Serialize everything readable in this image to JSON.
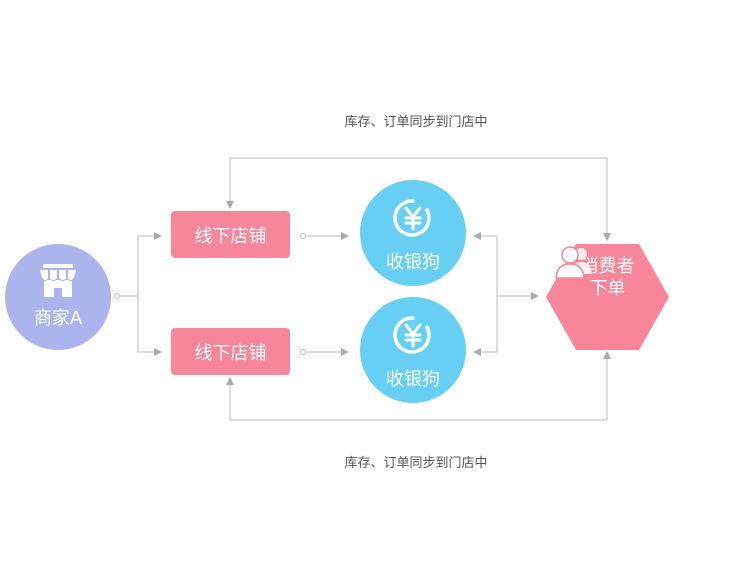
{
  "labels": {
    "top_sync": "库存、订单同步到门店中",
    "bottom_sync": "库存、订单同步到门店中"
  },
  "nodes": {
    "merchant": {
      "label": "商家A",
      "icon": "storefront-icon",
      "color": "#abb4ec"
    },
    "store_top": {
      "label": "线下店铺",
      "color": "#f7869a"
    },
    "store_bottom": {
      "label": "线下店铺",
      "color": "#f7869a"
    },
    "cashier_top": {
      "label": "收银狗",
      "icon": "yen-coin-icon",
      "color": "#66cff3"
    },
    "cashier_bottom": {
      "label": "收银狗",
      "icon": "yen-coin-icon",
      "color": "#66cff3"
    },
    "consumer": {
      "line1": "消费者",
      "line2": "下单",
      "icon": "users-icon",
      "color": "#f7869a"
    }
  },
  "edges": [
    {
      "from": "merchant",
      "to": "store_top"
    },
    {
      "from": "merchant",
      "to": "store_bottom"
    },
    {
      "from": "store_top",
      "to": "cashier_top"
    },
    {
      "from": "store_bottom",
      "to": "cashier_bottom"
    },
    {
      "from": "consumer",
      "to": "cashier_top"
    },
    {
      "from": "consumer",
      "to": "cashier_bottom"
    },
    {
      "from": "cashier_top",
      "to": "consumer"
    },
    {
      "from": "consumer",
      "to": "store_top",
      "label_key": "top_sync"
    },
    {
      "from": "consumer",
      "to": "store_bottom",
      "label_key": "bottom_sync"
    }
  ]
}
